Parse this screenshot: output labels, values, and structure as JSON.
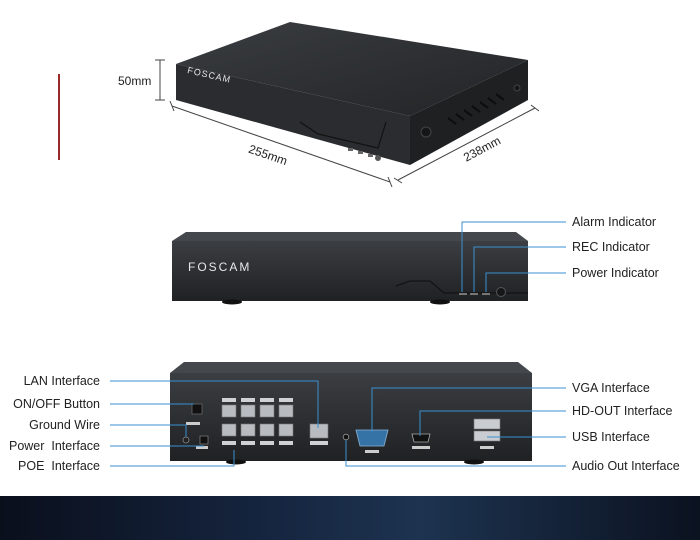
{
  "brand": "FOSCAM",
  "dimensions": {
    "height": "50mm",
    "width": "255mm",
    "depth": "238mm"
  },
  "front_labels": [
    "Alarm Indicator",
    "REC Indicator",
    "Power Indicator"
  ],
  "rear_left_labels": [
    "LAN Interface",
    "ON/OFF Button",
    "Ground Wire",
    "Power  Interface",
    "POE  Interface"
  ],
  "rear_right_labels": [
    "VGA Interface",
    "HD-OUT Interface",
    "USB Interface",
    "Audio Out Interface"
  ],
  "colors": {
    "device": "#2b2d30",
    "device_top": "#35383c",
    "leader": "#3a8fd0",
    "accent": "#9b2a2a"
  }
}
